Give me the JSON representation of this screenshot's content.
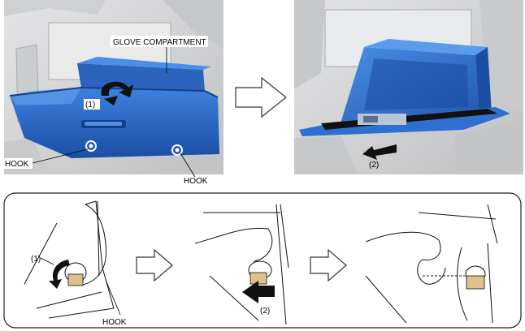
{
  "photo_left": {
    "label_glove_compartment": "GLOVE COMPARTMENT",
    "label_step_1": "(1)",
    "label_hook_left": "HOOK",
    "label_hook_right": "HOOK"
  },
  "photo_right": {
    "label_step_2": "(2)"
  },
  "detail_panel": {
    "label_step_1": "(1)",
    "label_hook": "HOOK",
    "label_step_2": "(2)"
  },
  "colors": {
    "part_blue": "#2f6fd0",
    "part_blue_dark": "#1c4da3",
    "photo_bg": "#d6d7d8",
    "arrow_black": "#111111"
  }
}
